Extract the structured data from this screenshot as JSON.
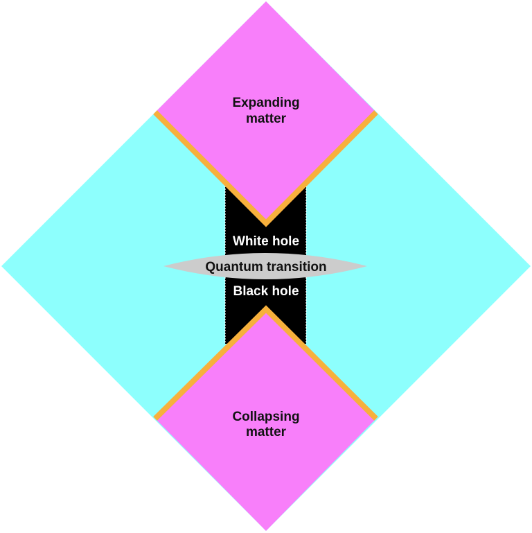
{
  "diagram": {
    "labels": {
      "expanding_line1": "Expanding",
      "expanding_line2": "matter",
      "white_hole": "White hole",
      "quantum_transition": "Quantum transition",
      "black_hole": "Black hole",
      "collapsing_line1": "Collapsing",
      "collapsing_line2": "matter"
    },
    "colors": {
      "outer_region": "#8dfffd",
      "matter_region": "#f87ffa",
      "matter_boundary": "#f7b03c",
      "hole_interior": "#000000",
      "transition_region": "#cccccc",
      "dark_text": "#111111",
      "light_text": "#ffffff"
    }
  }
}
